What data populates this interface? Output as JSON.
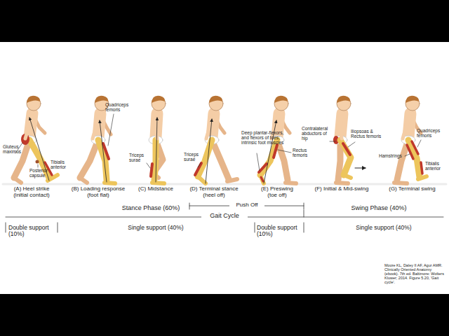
{
  "diagram": {
    "labels": [
      "Gluteus maximus",
      "Posterior capsule",
      "Tibialis anterior",
      "(A) Heel strike (initial contact)",
      "Quadriceps femoris",
      "(B) Loading response (foot flat)",
      "Triceps surae",
      "(C) Midstance",
      "Triceps surae",
      "(D) Terminal stance (heel off)",
      "Deep plantar-flexors, and flexors of toes; intrinsic foot muscles",
      "Rectus femoris",
      "(E) Preswing (toe off)",
      "Contralateral abductors of hip",
      "Iliopsoas & Rectus femoris",
      "(F) Initial & Mid-swing",
      "Hamstrings",
      "Quadriceps femoris",
      "Tibialis anterior",
      "(G) Terminal swing",
      "Push Off",
      "Stance Phase (60%)",
      "Gait Cycle",
      "Swing Phase (40%)",
      "Double support (10%)",
      "Single support (40%)",
      "Double support (10%)",
      "Single support (40%)",
      "Moore KL, Daley II AF, Agur AMR. Clinically Oriented Anatomy (ebook). 7th ed. Baltimore: Wolters Kluwer; 2014. Figure 5.20, 'Gait cycle'."
    ]
  }
}
